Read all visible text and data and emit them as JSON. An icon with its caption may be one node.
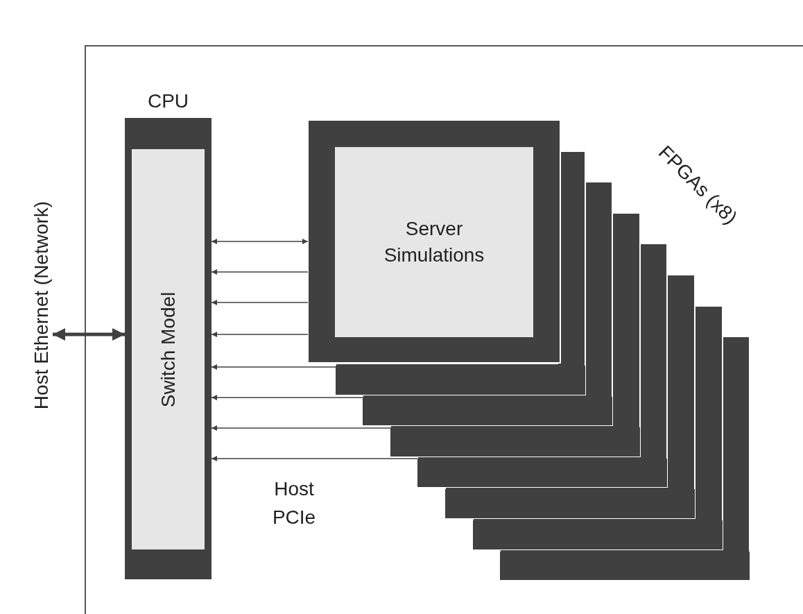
{
  "diagram": {
    "nodes": [
      {
        "text": [],
        "shape": "box"
      },
      {
        "text": [
          "CPU",
          "Switch Model"
        ],
        "in": 0
      },
      {
        "text": [
          "FPGAs (x8)"
        ],
        "in": 0
      },
      {
        "text": [
          "Server Simulations"
        ],
        "in": 2
      },
      {
        "text": [],
        "shape": "box",
        "in": 2
      },
      {
        "text": [],
        "shape": "box",
        "in": 2
      },
      {
        "text": [],
        "shape": "box",
        "in": 2
      },
      {
        "text": [],
        "shape": "box",
        "in": 2
      },
      {
        "text": [],
        "shape": "box",
        "in": 2
      },
      {
        "text": [],
        "shape": "box",
        "in": 2
      },
      {
        "text": [],
        "shape": "box",
        "in": 2
      },
      {
        "text": [
          "Host Ethernet (Network)"
        ]
      }
    ],
    "edges": [
      {
        "from": 11,
        "to": 1,
        "arrow": "both",
        "style": "thick"
      },
      {
        "from": 1,
        "to": 3,
        "arrow": "both"
      },
      {
        "from": 3,
        "to": 1,
        "arrow": "to"
      },
      {
        "from": 3,
        "to": 1,
        "arrow": "to"
      },
      {
        "from": 3,
        "to": 1,
        "arrow": "to"
      },
      {
        "from": 4,
        "to": 1,
        "arrow": "to"
      },
      {
        "from": 5,
        "to": 1,
        "arrow": "to"
      },
      {
        "from": 6,
        "to": 1,
        "arrow": "to"
      },
      {
        "from": 7,
        "to": 1,
        "arrow": "to"
      }
    ],
    "labels": [
      "Host PCIe"
    ]
  }
}
